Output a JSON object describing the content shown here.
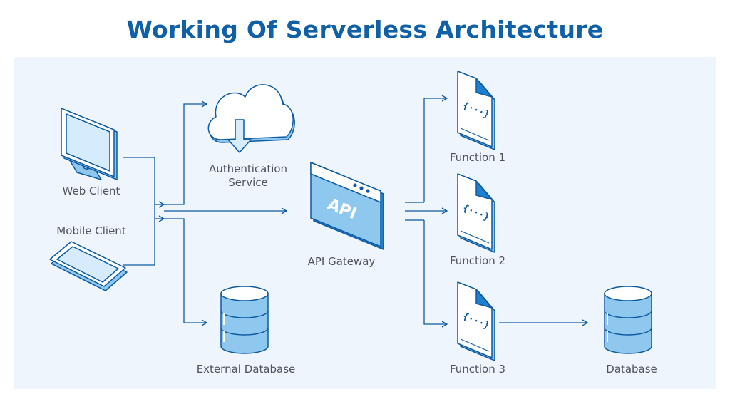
{
  "title": "Working Of Serverless Architecture",
  "labels": {
    "web_client": "Web Client",
    "mobile_client": "Mobile Client",
    "auth_line1": "Authentication",
    "auth_line2": "Service",
    "api_gateway": "API Gateway",
    "external_db": "External Database",
    "function1": "Function 1",
    "function2": "Function 2",
    "function3": "Function 3",
    "database": "Database",
    "api_badge": "API",
    "code_glyph": "{···}"
  },
  "colors": {
    "title": "#1060a8",
    "stroke": "#0d5aa0",
    "fill_light": "#d6ebfb",
    "fill_mid": "#8fc8ef",
    "fill_dark": "#1f7fcf",
    "panel": "#eef5fd",
    "label": "#50535c"
  }
}
